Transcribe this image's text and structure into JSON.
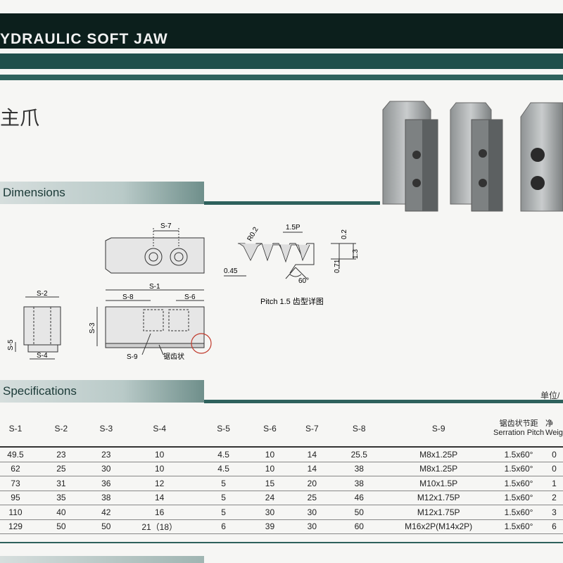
{
  "header": {
    "title": "YDRAULIC SOFT JAW"
  },
  "cn_title": "主爪",
  "sections": {
    "dimensions": "Dimensions",
    "specifications": "Specifications"
  },
  "unit_label": "单位/",
  "diagram": {
    "pitch_caption": "Pitch 1.5 齿型详图",
    "saw_label": "锯齿状",
    "labels": {
      "s1": "S-1",
      "s2": "S-2",
      "s3": "S-3",
      "s4": "S-4",
      "s5": "S-5",
      "s6": "S-6",
      "s7": "S-7",
      "s8": "S-8",
      "s9": "S-9",
      "r02": "R0.2",
      "p15": "1.5P",
      "d02": "0.2",
      "d13": "1.3",
      "d071": "0.71",
      "d045": "0.45",
      "a60": "60°"
    }
  },
  "table": {
    "headers": [
      "S-1",
      "S-2",
      "S-3",
      "S-4",
      "S-5",
      "S-6",
      "S-7",
      "S-8",
      "S-9"
    ],
    "pitch_header_cn": "锯齿状节距",
    "pitch_header_en": "Serration Pitch",
    "weight_header_cn": "净",
    "weight_header_en": "Weig",
    "rows": [
      {
        "s1": "49.5",
        "s2": "23",
        "s3": "23",
        "s4": "10",
        "s5": "4.5",
        "s6": "10",
        "s7": "14",
        "s8": "25.5",
        "s9": "M8x1.25P",
        "pitch": "1.5x60°",
        "w": "0"
      },
      {
        "s1": "62",
        "s2": "25",
        "s3": "30",
        "s4": "10",
        "s5": "4.5",
        "s6": "10",
        "s7": "14",
        "s8": "38",
        "s9": "M8x1.25P",
        "pitch": "1.5x60°",
        "w": "0"
      },
      {
        "s1": "73",
        "s2": "31",
        "s3": "36",
        "s4": "12",
        "s5": "5",
        "s6": "15",
        "s7": "20",
        "s8": "38",
        "s9": "M10x1.5P",
        "pitch": "1.5x60°",
        "w": "1"
      },
      {
        "s1": "95",
        "s2": "35",
        "s3": "38",
        "s4": "14",
        "s5": "5",
        "s6": "24",
        "s7": "25",
        "s8": "46",
        "s9": "M12x1.75P",
        "pitch": "1.5x60°",
        "w": "2"
      },
      {
        "s1": "110",
        "s2": "40",
        "s3": "42",
        "s4": "16",
        "s5": "5",
        "s6": "30",
        "s7": "30",
        "s8": "50",
        "s9": "M12x1.75P",
        "pitch": "1.5x60°",
        "w": "3"
      },
      {
        "s1": "129",
        "s2": "50",
        "s3": "50",
        "s4": "21（18）",
        "s5": "6",
        "s6": "39",
        "s7": "30",
        "s8": "60",
        "s9": "M16x2P(M14x2P)",
        "pitch": "1.5x60°",
        "w": "6"
      }
    ]
  },
  "colors": {
    "dark_band": "#0c1f1c",
    "teal": "#2e615c",
    "section_bar": "#b9cac8"
  }
}
